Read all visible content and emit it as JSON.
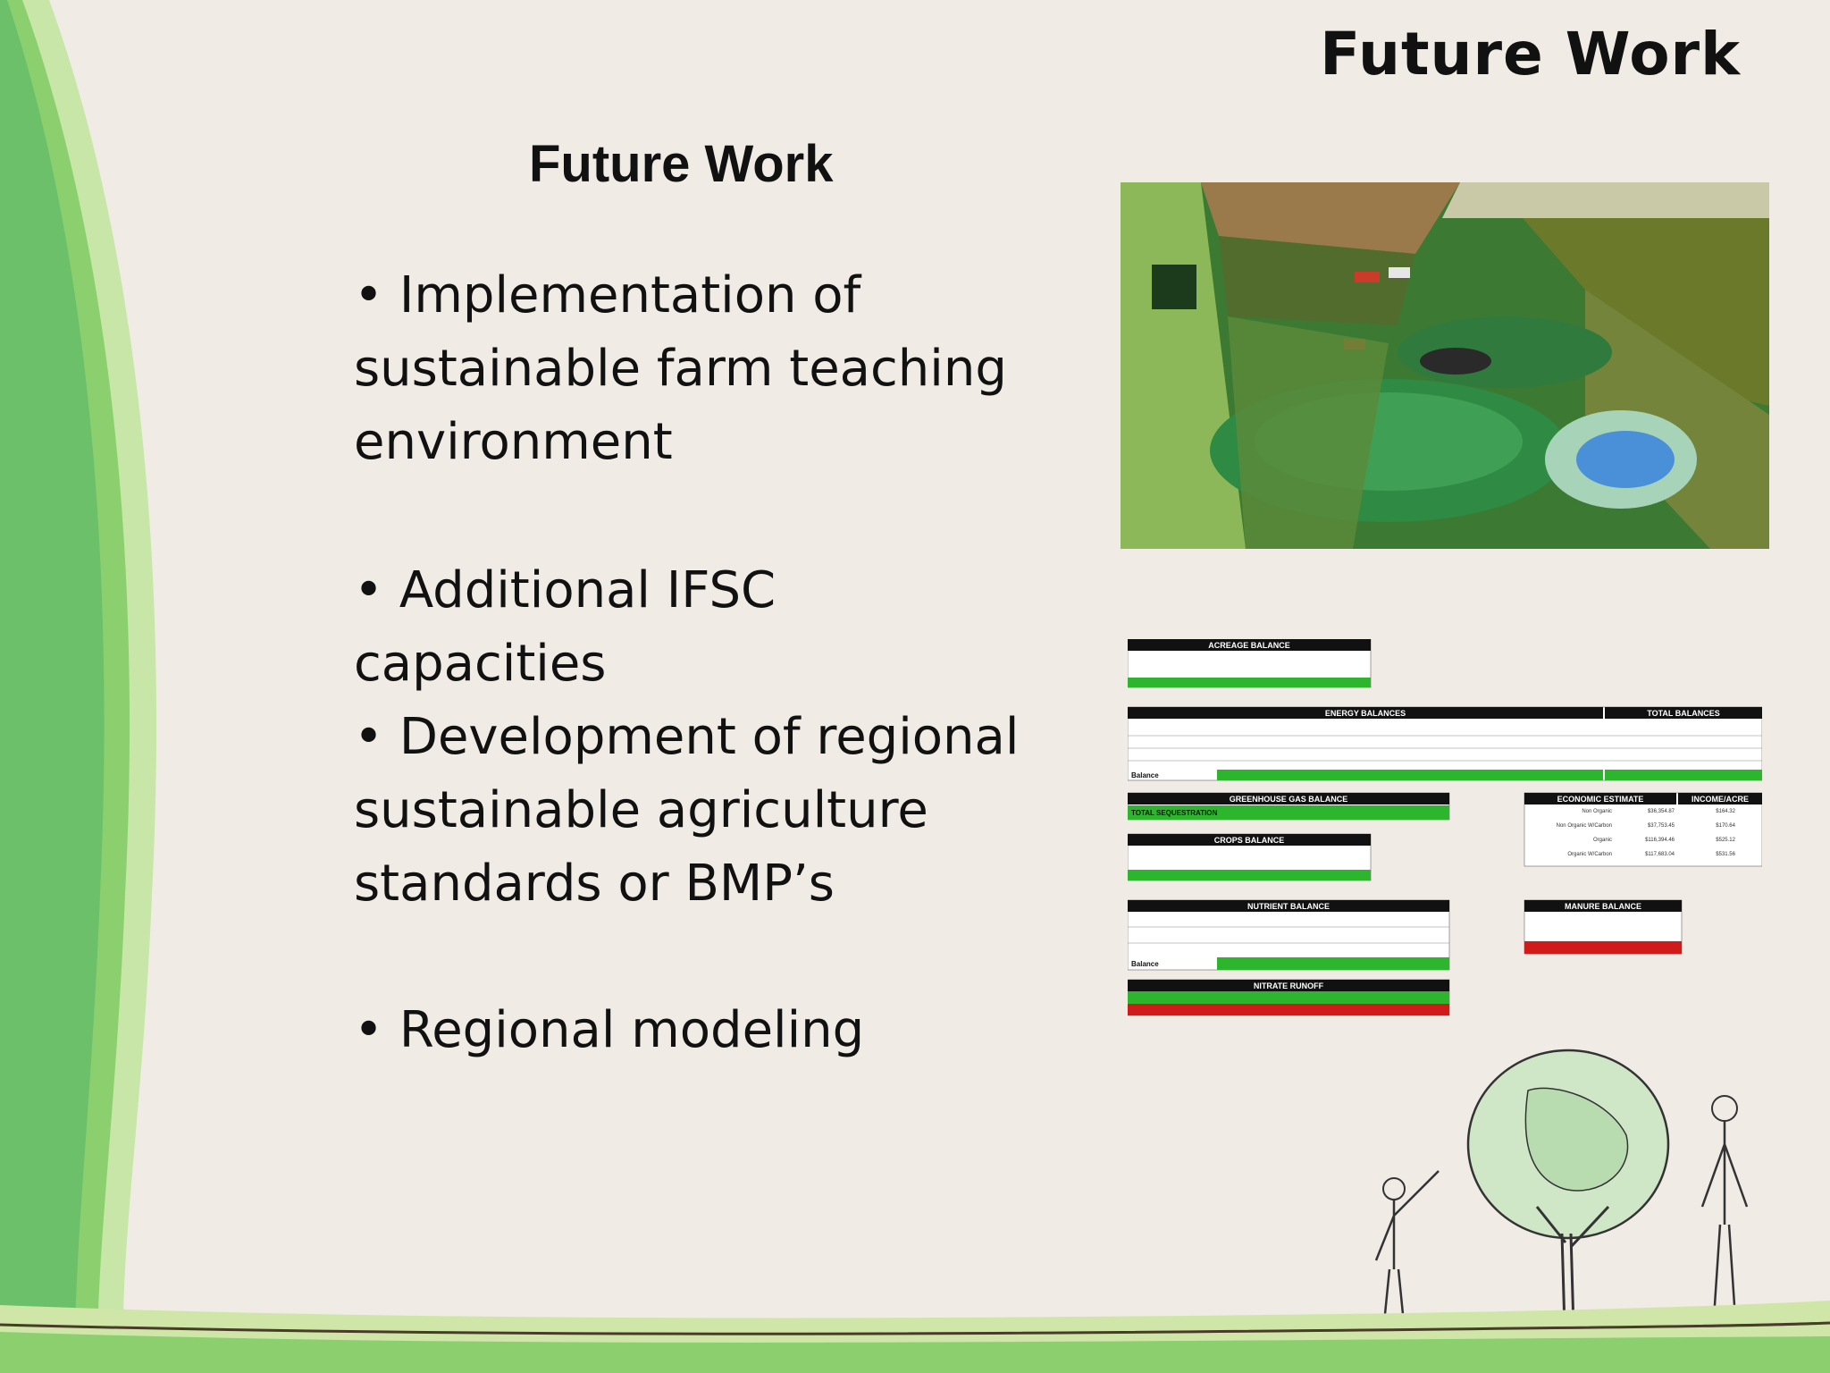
{
  "slide": {
    "corner_title": "Future Work",
    "title": "Future Work",
    "bullets": [
      {
        "line1": "• Implementation of",
        "line2": "sustainable farm teaching",
        "line3": "environment"
      },
      {
        "line1": "• Additional IFSC capacities"
      },
      {
        "line1": "• Development of regional",
        "line2": "sustainable agriculture",
        "line3": "standards or BMP’s"
      },
      {
        "line1": "• Regional modeling"
      }
    ]
  },
  "spreadsheet": {
    "acreage_balance": "ACREAGE BALANCE",
    "energy_balances": "ENERGY BALANCES",
    "total_balances": "TOTAL BALANCES",
    "greenhouse_gas_balance": "GREENHOUSE GAS BALANCE",
    "crops_balance": "CROPS BALANCE",
    "economic_estimate": "ECONOMIC ESTIMATE",
    "income_acre": "INCOME/ACRE",
    "nutrient_balance": "NUTRIENT BALANCE",
    "manure_balance": "MANURE BALANCE",
    "nitrate_runoff": "NITRATE RUNOFF",
    "balance_label": "Balance",
    "total_sequestration": "TOTAL SEQUESTRATION",
    "economic_rows": [
      {
        "label": "Non Organic",
        "estimate": "$36,354.87",
        "income": "$164.32"
      },
      {
        "label": "Non Organic W/Carbon",
        "estimate": "$37,753.45",
        "income": "$170.64"
      },
      {
        "label": "Organic",
        "estimate": "$116,394.46",
        "income": "$525.12"
      },
      {
        "label": "Organic W/Carbon",
        "estimate": "$117,683.04",
        "income": "$531.56"
      }
    ]
  },
  "colors": {
    "background": "#f0ebe4",
    "accent_green": "#8ccf6e",
    "sheet_green": "#2db52d",
    "sheet_red": "#d11a1a"
  }
}
